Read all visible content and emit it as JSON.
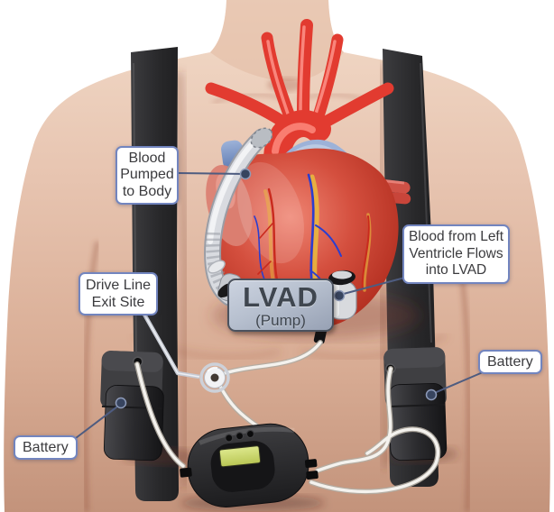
{
  "callouts": {
    "blood_pumped_to_body": "Blood Pumped to Body",
    "blood_from_left_ventricle": "Blood from Left Ventricle Flows into LVAD",
    "drive_line_exit_site": "Drive Line Exit Site",
    "battery_left": "Battery",
    "battery_right": "Battery"
  },
  "pump": {
    "name": "LVAD",
    "type": "(Pump)"
  },
  "colors": {
    "callout_border": "#7285bf",
    "callout_background": "#ffffff",
    "callout_text": "#3b3b3e",
    "callout_line": "#4e5c80",
    "callout_dot": "#37445f",
    "pump_face": "#b7c0cf",
    "pump_border": "#4b525e",
    "pump_text": "#3f464f",
    "skin": "#e6c2ae",
    "strap_black": "#303032",
    "heart_red": "#c23527",
    "artery_red": "#e03a30",
    "vein_blue": "#7e97c6",
    "graft_silver": "#d9dbe0",
    "cable_white": "#f4f2ee",
    "device_black": "#262628",
    "lcd_green": "#ccd977"
  }
}
